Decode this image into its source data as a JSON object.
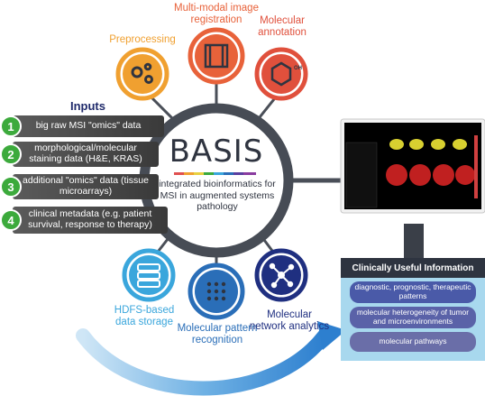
{
  "title": "BASIS",
  "subtitle": "integrated bioinformatics for MSI in augmented systems pathology",
  "modules_top": [
    {
      "label": "Preprocessing",
      "color": "#f0a030"
    },
    {
      "label": "Multi-modal image registration",
      "color": "#e8623a"
    },
    {
      "label": "Molecular annotation",
      "color": "#e0503c",
      "icon_text": "OH"
    }
  ],
  "modules_bottom": [
    {
      "label": "HDFS-based data storage",
      "color": "#3aa6dc"
    },
    {
      "label": "Molecular pattern recognition",
      "color": "#2a6eb8"
    },
    {
      "label": "Molecular network analytics",
      "color": "#1f2f80"
    }
  ],
  "inputs": {
    "title": "Inputs",
    "items": [
      {
        "num": "1",
        "text": "big raw MSI \"omics\" data"
      },
      {
        "num": "2",
        "text": "morphological/molecular staining data (H&E, KRAS)"
      },
      {
        "num": "3",
        "text": "additional \"omics\" data (tissue microarrays)"
      },
      {
        "num": "4",
        "text": "clinical metadata (e.g. patient survival, response to therapy)"
      }
    ]
  },
  "clinical": {
    "title": "Clinically Useful Information",
    "items": [
      "diagnostic, prognostic, therapeutic patterns",
      "molecular heterogeneity of tumor and microenvironments",
      "molecular pathways"
    ]
  }
}
